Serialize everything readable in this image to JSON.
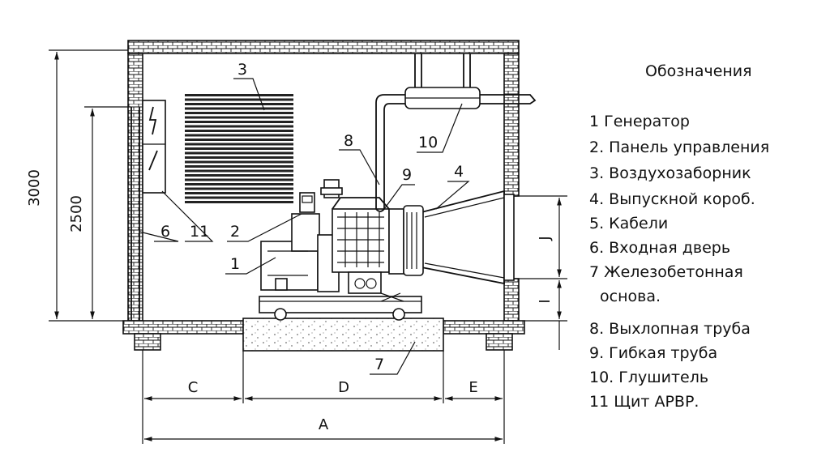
{
  "legend": {
    "title": "Обозначения",
    "items": [
      "1 Генератор",
      "2. Панель управления",
      "3. Воздухозаборник",
      "4. Выпускной короб.",
      "5. Кабели",
      "6. Входная дверь",
      "7  Железобетонная",
      "основа.",
      "8. Выхлопная труба",
      "9. Гибкая труба",
      "10. Глушитель",
      "11 Щит АРВР."
    ]
  },
  "callouts": {
    "c1": "1",
    "c2": "2",
    "c3": "3",
    "c4": "4",
    "c6": "6",
    "c7": "7",
    "c8": "8",
    "c9": "9",
    "c10": "10",
    "c11": "11"
  },
  "dimensions": {
    "height_total": "3000",
    "height_door": "2500",
    "a": "A",
    "c": "C",
    "d": "D",
    "e": "E",
    "j": "J",
    "i": "I"
  }
}
